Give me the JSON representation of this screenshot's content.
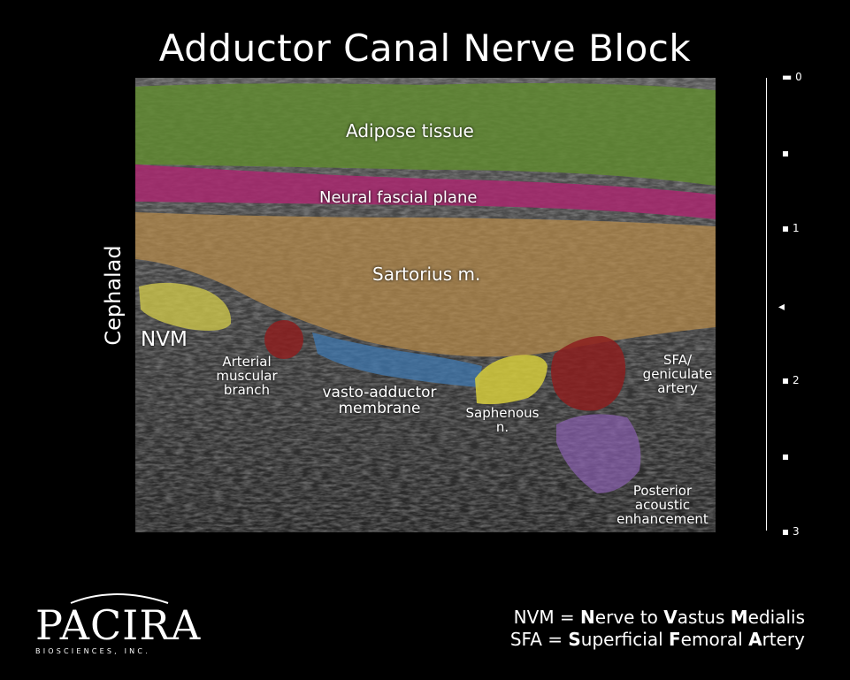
{
  "title": "Adductor Canal Nerve Block",
  "side_label": "Cephalad",
  "labels": {
    "adipose": "Adipose tissue",
    "neural_fascial_plane": "Neural fascial plane",
    "sartorius": "Sartorius m.",
    "nvm": "NVM",
    "arterial_1": "Arterial",
    "arterial_2": "muscular",
    "arterial_3": "branch",
    "vasto_1": "vasto-adductor",
    "vasto_2": "membrane",
    "saph_1": "Saphenous",
    "saph_2": "n.",
    "sfa_1": "SFA/",
    "sfa_2": "geniculate",
    "sfa_3": "artery",
    "post_1": "Posterior",
    "post_2": "acoustic",
    "post_3": "enhancement"
  },
  "scale": {
    "t0": "0",
    "t1": "1",
    "t2": "2",
    "t3": "3"
  },
  "logo": {
    "main": "PACIRA",
    "sub": "BIOSCIENCES, INC."
  },
  "legend": {
    "line1": {
      "k": "NVM = ",
      "a": "N",
      "b": "erve to ",
      "c": "V",
      "d": "astus ",
      "e": "M",
      "f": "edialis"
    },
    "line2": {
      "k": "SFA = ",
      "a": "S",
      "b": "uperficial ",
      "c": "F",
      "d": "emoral ",
      "e": "A",
      "f": "rtery"
    }
  },
  "colors": {
    "adipose": "#5f8a2e",
    "neural": "#a8286e",
    "sartorius": "#b78a4a",
    "nvm": "#c9c24a",
    "artery": "#8c1f1f",
    "membrane": "#3f78b0",
    "saphenous": "#d6cc3c",
    "posterior": "#8a5fb0"
  }
}
